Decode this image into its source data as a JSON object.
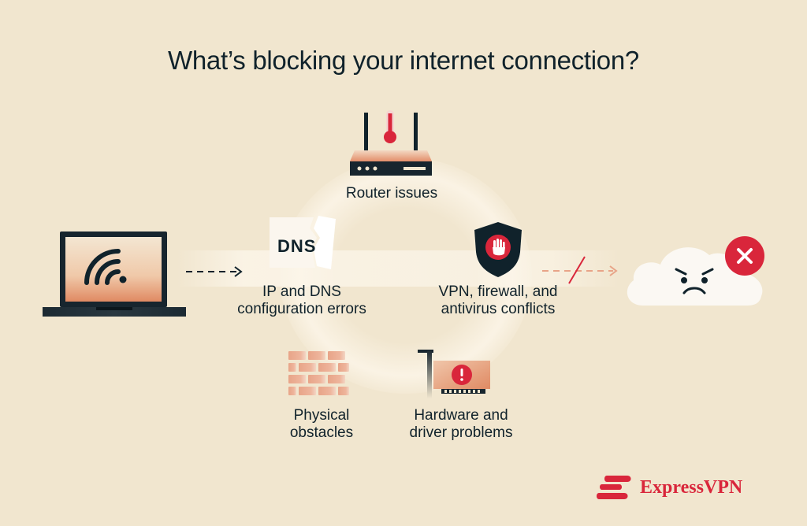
{
  "title": "What’s blocking your internet connection?",
  "nodes": {
    "router": "Router issues",
    "dns": "IP and DNS configuration errors",
    "dns_line1": "IP and DNS",
    "dns_line2": "configuration errors",
    "vpn_line1": "VPN, firewall, and",
    "vpn_line2": "antivirus conflicts",
    "physical_line1": "Physical",
    "physical_line2": "obstacles",
    "hardware_line1": "Hardware and",
    "hardware_line2": "driver problems"
  },
  "dns_card_text": "DNS",
  "brand": "ExpressVPN",
  "colors": {
    "background": "#f1e6cf",
    "text": "#10222b",
    "accent_red": "#d9263b",
    "salmon": "#e8a488"
  },
  "icons": [
    "laptop-wifi-icon",
    "router-icon",
    "thermometer-icon",
    "torn-dns-card-icon",
    "shield-stop-icon",
    "sad-cloud-icon",
    "error-x-icon",
    "brick-wall-icon",
    "network-card-icon",
    "expressvpn-logo"
  ]
}
